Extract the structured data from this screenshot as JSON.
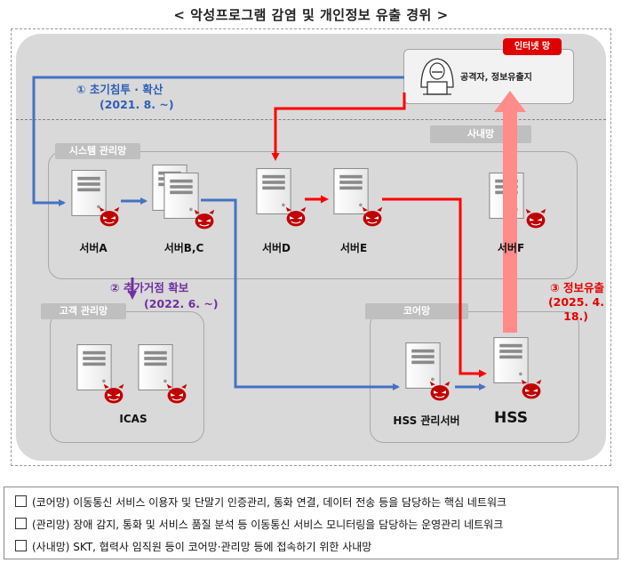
{
  "title": "< 악성프로그램 감염 및 개인정보 유출 경위 >",
  "zones": {
    "system": "시스템 관리망",
    "customer": "고객 관리망",
    "core": "코어망",
    "internal": "사내망"
  },
  "internet_tag": "인터넷 망",
  "attacker_label": "공격자, 정보유출지",
  "servers": {
    "a": "서버A",
    "bc": "서버B,C",
    "d": "서버D",
    "e": "서버E",
    "f": "서버F",
    "icas": "ICAS",
    "hss_mgmt": "HSS 관리서버",
    "hss": "HSS"
  },
  "steps": {
    "s1_label": "① 초기침투 · 확산",
    "s1_date": "(2021. 8. ~)",
    "s2_label": "② 추가거점 확보",
    "s2_date": "(2022. 6. ~)",
    "s3_label": "③ 정보유출",
    "s3_date_line1": "(2025. 4.",
    "s3_date_line2": "18.)"
  },
  "legend": [
    "(코어망) 이동통신 서비스 이용자 및 단말기 인증관리, 통화 연결, 데이터 전송 등을 담당하는 핵심 네트워크",
    "(관리망) 장애 감지, 통화 및 서비스 품질 분석 등 이동통신 서비스 모니터링을 담당하는 운영관리 네트워크",
    "(사내망) SKT, 협력사 임직원 등이 코어망·관리망 등에 접속하기 위한 사내망"
  ],
  "colors": {
    "blue_arrow": "#4472c4",
    "red_arrow": "#ff0000",
    "purple_arrow": "#7030a0",
    "exfil_arrow": "#ff8b8b",
    "internet_tag": "#e10000"
  }
}
